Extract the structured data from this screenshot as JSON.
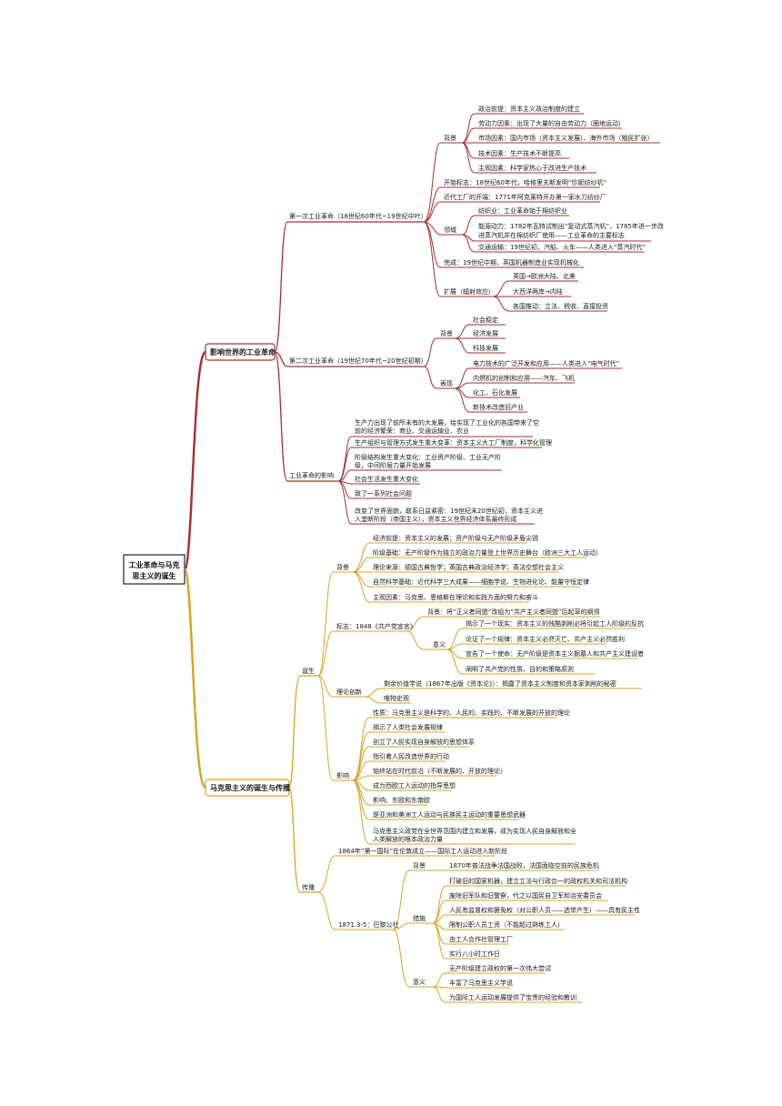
{
  "root": {
    "line1": "工业革命与马克",
    "line2": "思主义的诞生"
  },
  "colors": {
    "red": "#a2302f",
    "orange": "#d8a12b",
    "rootBorder": "#222222"
  },
  "b1": {
    "label": "影响世界的工业革命",
    "first": {
      "label": "第一次工业革命（18世纪60年代~19世纪中叶）",
      "bg": {
        "label": "背景",
        "items": [
          "政治前提：资本主义政治制度的建立",
          "劳动力因素：出现了大量的自由劳动力（圈地运动）",
          "市场因素：国内市场（资本主义发展）、海外市场（殖民扩张）",
          "技术因素：生产技术不断提高",
          "主观因素：科学家热心于改进生产技术"
        ]
      },
      "start": "开始标志：18世纪60年代，哈格里夫斯发明“珍妮纺纱机”",
      "factory": "近代工厂的开端：1771年阿克莱特开办第一家水力纺纱厂",
      "field": {
        "label": "领域",
        "items": [
          "纺织业：工业革命始于棉纺织业",
          "能源动力：1782年瓦特试制出“复动式蒸汽机”，1785年进一步改",
          "进蒸汽机并在棉纺织厂使用——工业革命的主要标志",
          "交通运输：19世纪初，汽船、火车——人类进入“蒸汽时代”"
        ]
      },
      "done": "完成：19世纪中期，英国机器制造业实现机械化",
      "spread": {
        "label": "扩展（辐射效应）",
        "items": [
          "英国→欧洲大陆、北美",
          "大西洋两岸→内陆",
          "各国推动：立法、税收、直接投资"
        ]
      }
    },
    "second": {
      "label": "第二次工业革命（19世纪70年代~20世纪初期）",
      "bg": {
        "label": "背景",
        "items": [
          "社会稳定",
          "经济发展",
          "科技发展"
        ]
      },
      "show": {
        "label": "表现",
        "items": [
          "电力技术的广泛开发和应用——人类进入“电气时代”",
          "内燃机的创制和应用——汽车、飞机",
          "化工、石化发展",
          "新技术改造旧产业"
        ]
      }
    },
    "impact": {
      "label": "工业革命的影响",
      "items": [
        "生产力出现了前所未有的大发展，给实现了工业化的各国带来了空",
        "前的经济繁荣：商业、交通运输业、农业",
        "生产组织与管理方式发生重大变革：资本主义大工厂制度，科学化管理",
        "阶级结构发生重大变化：工业资产阶级、工业无产阶",
        "级，中间阶层力量开始发展",
        "社会生活发生重大变化",
        "致了一系列社会问题",
        "改变了世界面貌，联系日益紧密：19世纪末20世纪初，资本主义进",
        "入垄断阶段（帝国主义），资本主义世界经济体系最终形成"
      ]
    }
  },
  "b2": {
    "label": "马克思主义的诞生与传播",
    "birth": {
      "label": "诞生",
      "bg": {
        "label": "背景",
        "items": [
          "经济前提：资本主义的发展；资产阶级与无产阶级矛盾尖锐",
          "阶级基础：无产阶级作为独立的政治力量登上世界历史舞台（欧洲三大工人运动）",
          "理论来源：德国古典哲学；英国古典政治经济学；英法空想社会主义",
          "自然科学基础：近代科学三大成果——细胞学说、生物进化论、能量守恒定律",
          "主观因素：马克思、恩格斯在理论和实践方面的努力和奋斗"
        ]
      },
      "mark": {
        "label": "标志：1848《共产党宣言》",
        "bg": "背景：将“正义者同盟”改组为“共产主义者同盟”后起草的纲领",
        "meaning": {
          "label": "意义",
          "items": [
            "揭示了一个现实：资本主义的残酷剥削必将引起工人阶级的反抗",
            "论证了一个规律：资本主义必然灭亡、共产主义必然胜利",
            "宣告了一个使命：无产阶级是资本主义掘墓人和共产主义建设者",
            "阐明了共产党的性质、目的和策略原则"
          ]
        }
      },
      "theory": {
        "label": "理论创新",
        "items": [
          "剩余价值学说（1867年出版《资本论》）：揭露了资本主义制度和资本家剥削的秘密",
          "唯物史观"
        ]
      },
      "influence": {
        "label": "影响",
        "items": [
          "性质：马克思主义是科学的、人民的、实践的、不断发展的开放的理论",
          "揭示了人类社会发展规律",
          "创立了人民实现自身解放的思想体系",
          "指引着人民改造世界的行动",
          "始终站在时代前沿（不断发展的、开放的理论）",
          "成为西欧工人运动的指导思想",
          "影响、东欧和东南欧",
          "是亚洲和美洲工人运动与民族民主运动的重要思想武器",
          "马克思主义政党在全世界范围内建立和发展，成为实现人民自身解放和全",
          "人类解放的根本政治力量"
        ]
      }
    },
    "spread": {
      "label": "传播",
      "first_intl": "1864年“第一国际”在伦敦成立——国际工人运动进入新阶段",
      "commune": {
        "label": "1871.3-5：巴黎公社",
        "bg": {
          "label": "背景",
          "item": "1870年普法战争法国战败，法国面临空前的民族危机"
        },
        "measures": {
          "label": "措施",
          "items": [
            "打破旧的国家机器，建立立法与行政合一的政权机关和司法机构",
            "废除旧军队和旧警察，代之以国民自卫军和治安委员会",
            "人民有监督权和罢免权（对公职人员——选举产生）——具有民主性",
            "限制公职人员工资（不能超过熟练工人）",
            "由工人合作社管理工厂",
            "实行八小时工作日"
          ]
        },
        "meaning": {
          "label": "意义",
          "items": [
            "无产阶级建立政权的第一次伟大尝试",
            "丰富了马克思主义学说",
            "为国际工人运动发展提供了宝贵的经验和教训"
          ]
        }
      }
    }
  }
}
